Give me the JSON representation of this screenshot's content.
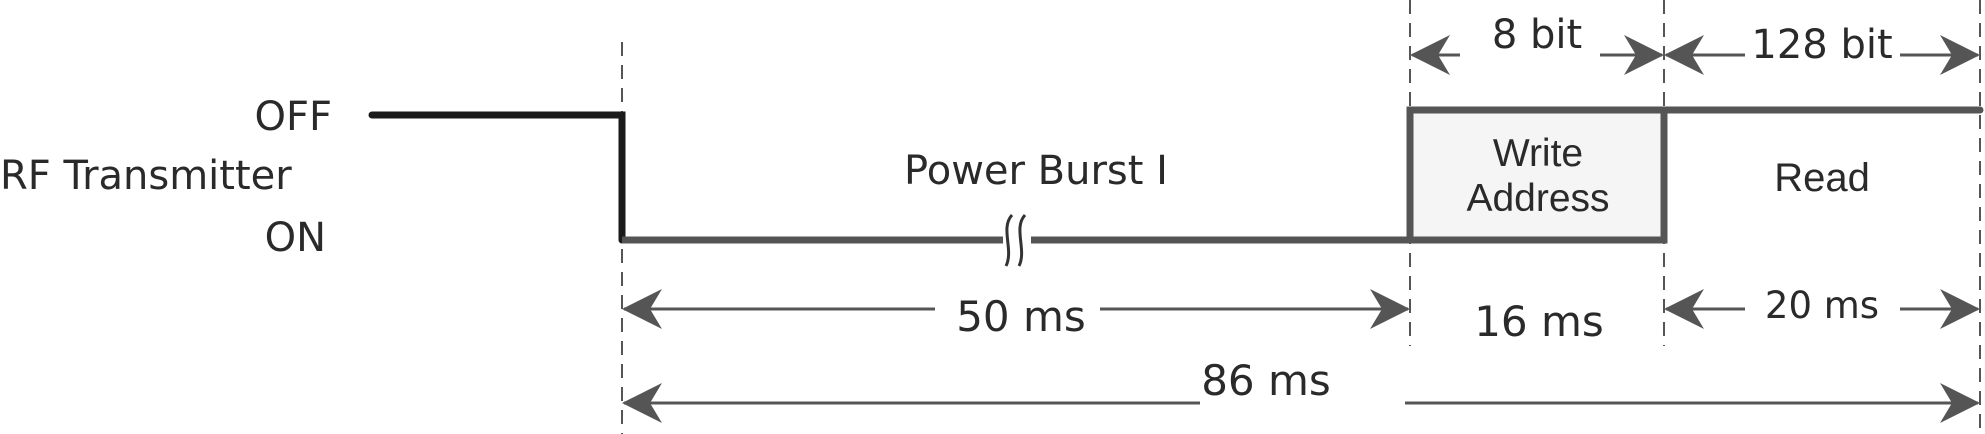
{
  "signal": {
    "name": "RF Transmitter",
    "state_off": "OFF",
    "state_on": "ON"
  },
  "phases": [
    {
      "label": "Power Burst I",
      "bits": "",
      "duration": "50 ms"
    },
    {
      "label": "Write Address",
      "label_lines": [
        "Write",
        "Address"
      ],
      "bits": "8 bit",
      "duration": "16 ms"
    },
    {
      "label": "Read",
      "bits": "128 bit",
      "duration": "20 ms"
    }
  ],
  "total_duration": "86 ms",
  "colors": {
    "waveform_dark": "#1a1a1a",
    "waveform": "#555555",
    "dim_line": "#555555",
    "guide": "#555555",
    "text": "#2a2a2a",
    "box_fill": "#f5f5f5"
  }
}
